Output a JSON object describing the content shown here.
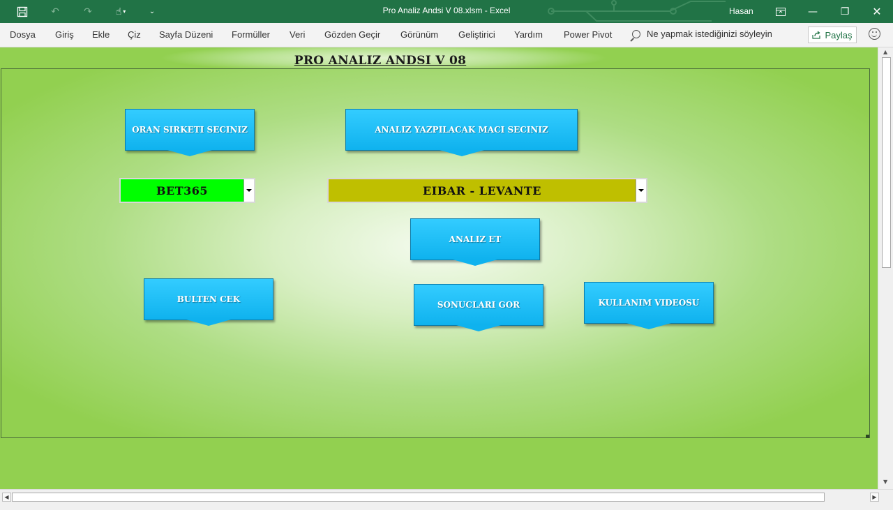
{
  "titlebar": {
    "title": "Pro Analiz Andsi V 08.xlsm  -  Excel",
    "user": "Hasan",
    "icons": [
      "save-icon",
      "undo-icon",
      "redo-icon",
      "touch-mode-icon",
      "customize-qat-icon",
      "ribbon-display-icon",
      "minimize-icon",
      "restore-icon",
      "close-icon"
    ]
  },
  "ribbon": {
    "tabs": [
      "Dosya",
      "Giriş",
      "Ekle",
      "Çiz",
      "Sayfa Düzeni",
      "Formüller",
      "Veri",
      "Gözden Geçir",
      "Görünüm",
      "Geliştirici",
      "Yardım",
      "Power Pivot"
    ],
    "search_label": "Ne yapmak istediğinizi söyleyin",
    "share_label": "Paylaş"
  },
  "sheet": {
    "title": "PRO ANALIZ ANDSI V 08",
    "buttons": {
      "oran_sirketi": "ORAN SIRKETI SECINIZ",
      "analiz_maci": "ANALIZ YAZPILACAK MACI SECINIZ",
      "analiz_et": "ANALIZ ET",
      "bulten_cek": "BULTEN CEK",
      "sonuclari_gor": "SONUCLARI GOR",
      "kullanim_videosu": "KULLANIM VIDEOSU"
    },
    "combos": {
      "company": {
        "value": "BET365",
        "color": "#00ff00"
      },
      "match": {
        "value": "EIBAR - LEVANTE",
        "color": "#bfbf00"
      }
    }
  },
  "colors": {
    "excel_green": "#217346",
    "sheet_bg": "#92d050",
    "button_blue": "#1ec0f5"
  }
}
